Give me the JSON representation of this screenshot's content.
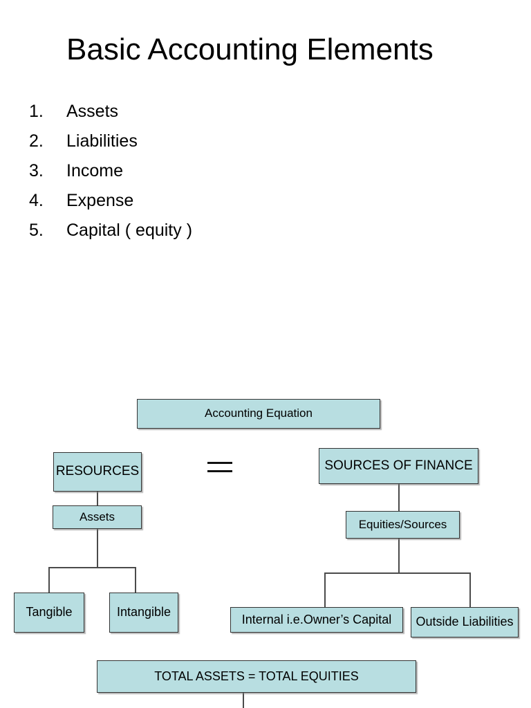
{
  "slide": {
    "title": "Basic Accounting Elements",
    "background_color": "#ffffff",
    "text_color": "#000000"
  },
  "element_list": {
    "items": [
      {
        "number": "1.",
        "label": "Assets"
      },
      {
        "number": "2.",
        "label": "Liabilities"
      },
      {
        "number": "3.",
        "label": "Income"
      },
      {
        "number": "4.",
        "label": "Expense"
      },
      {
        "number": "5.",
        "label": "Capital ( equity )"
      }
    ]
  },
  "diagram": {
    "box_fill_color": "#b8dee1",
    "box_border_color": "#333333",
    "connector_color": "#4a4a4a",
    "operator": "=",
    "nodes": {
      "accounting_equation": "Accounting Equation",
      "resources": "RESOURCES",
      "sources_of_finance": "SOURCES OF FINANCE",
      "assets": "Assets",
      "equities_sources": "Equities/Sources",
      "tangible": "Tangible",
      "intangible": "Intangible",
      "internal_capital": "Internal i.e.Owner’s Capital",
      "outside_liabilities": "Outside Liabilities",
      "total_equation": "TOTAL ASSETS  =  TOTAL EQUITIES"
    }
  }
}
